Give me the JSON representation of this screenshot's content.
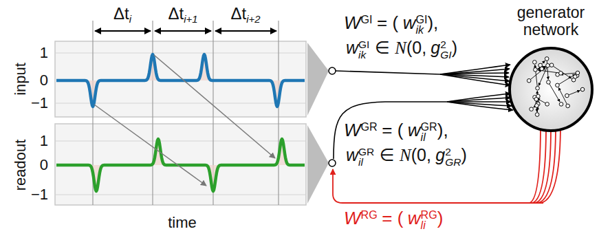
{
  "diagram": {
    "nodes": [
      {
        "text": [
          "generator network"
        ]
      }
    ],
    "labels": [
      "Δt",
      "i",
      "Δt",
      "i+1",
      "Δt",
      "i+2",
      "1",
      "0",
      "−1",
      "input",
      "1",
      "0",
      "−1",
      "readout",
      "time",
      "W",
      "GI",
      "= (",
      "w",
      "GI",
      "ik",
      "),",
      "w",
      "GI",
      "ik",
      "∈",
      "N",
      "(0,",
      "g",
      "2",
      "GI",
      ")",
      "W",
      "GR",
      "= (",
      "w",
      "GR",
      "il",
      "),",
      "w",
      "GR",
      "il",
      "∈",
      "N",
      "(0,",
      "g",
      "2",
      "GR",
      ")",
      "W",
      "RG",
      "= (",
      "w",
      "RG",
      "li",
      ")"
    ]
  }
}
